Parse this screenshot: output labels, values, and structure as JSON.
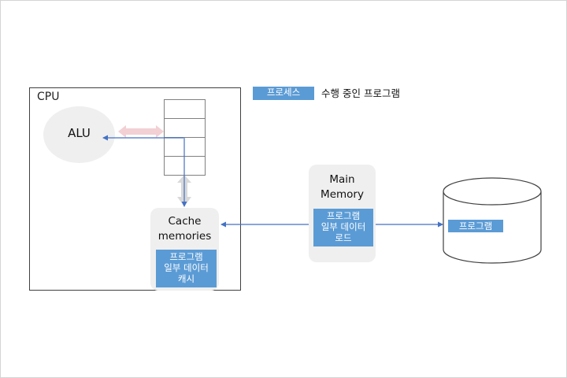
{
  "cpu": {
    "label": "CPU"
  },
  "alu": {
    "label": "ALU"
  },
  "cache": {
    "title_line1": "Cache",
    "title_line2": "memories",
    "tag_lines": [
      "프로그램",
      "일부 데이터",
      "캐시"
    ]
  },
  "main_memory": {
    "title_line1": "Main",
    "title_line2": "Memory",
    "tag_lines": [
      "프로그램",
      "일부 데이터",
      "로드"
    ]
  },
  "disk": {
    "tag": "프로그램"
  },
  "legend": {
    "swatch_label": "프로세스",
    "description": "수행 중인 프로그램"
  },
  "colors": {
    "tag_blue": "#5b9bd5",
    "arrow_blue": "#4472c4",
    "node_gray": "#efefef"
  }
}
